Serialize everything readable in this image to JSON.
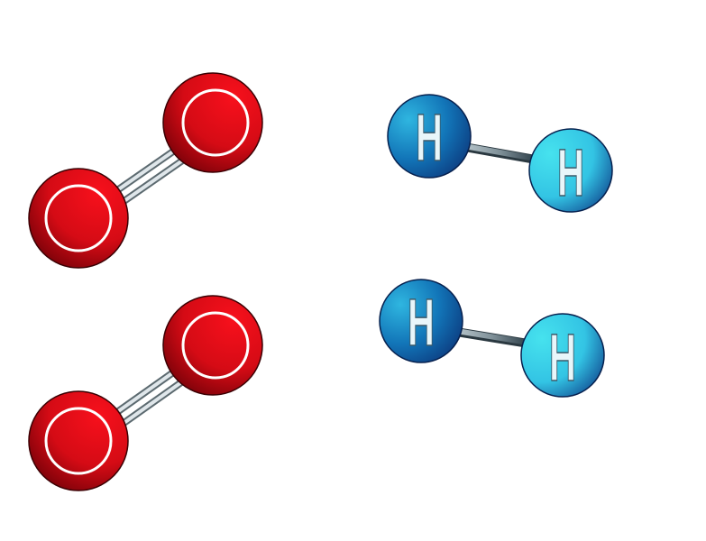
{
  "molecules": {
    "oxygen_top": {
      "formula": "O2",
      "atoms": [
        {
          "element": "O",
          "label": "O"
        },
        {
          "element": "O",
          "label": "O"
        }
      ],
      "bond": "double"
    },
    "oxygen_bottom": {
      "formula": "O2",
      "atoms": [
        {
          "element": "O",
          "label": "O"
        },
        {
          "element": "O",
          "label": "O"
        }
      ],
      "bond": "double"
    },
    "hydrogen_top": {
      "formula": "H2",
      "atoms": [
        {
          "element": "H",
          "label": "H"
        },
        {
          "element": "H",
          "label": "H"
        }
      ],
      "bond": "single"
    },
    "hydrogen_bottom": {
      "formula": "H2",
      "atoms": [
        {
          "element": "H",
          "label": "H"
        },
        {
          "element": "H",
          "label": "H"
        }
      ],
      "bond": "single"
    }
  },
  "colors": {
    "oxygen": "#e3101a",
    "oxygen_dark": "#7a0008",
    "hydrogen_dark": "#0d3f86",
    "hydrogen_light": "#3fd6e8",
    "bond": "#8a9aa2",
    "label": "#ffffff"
  }
}
